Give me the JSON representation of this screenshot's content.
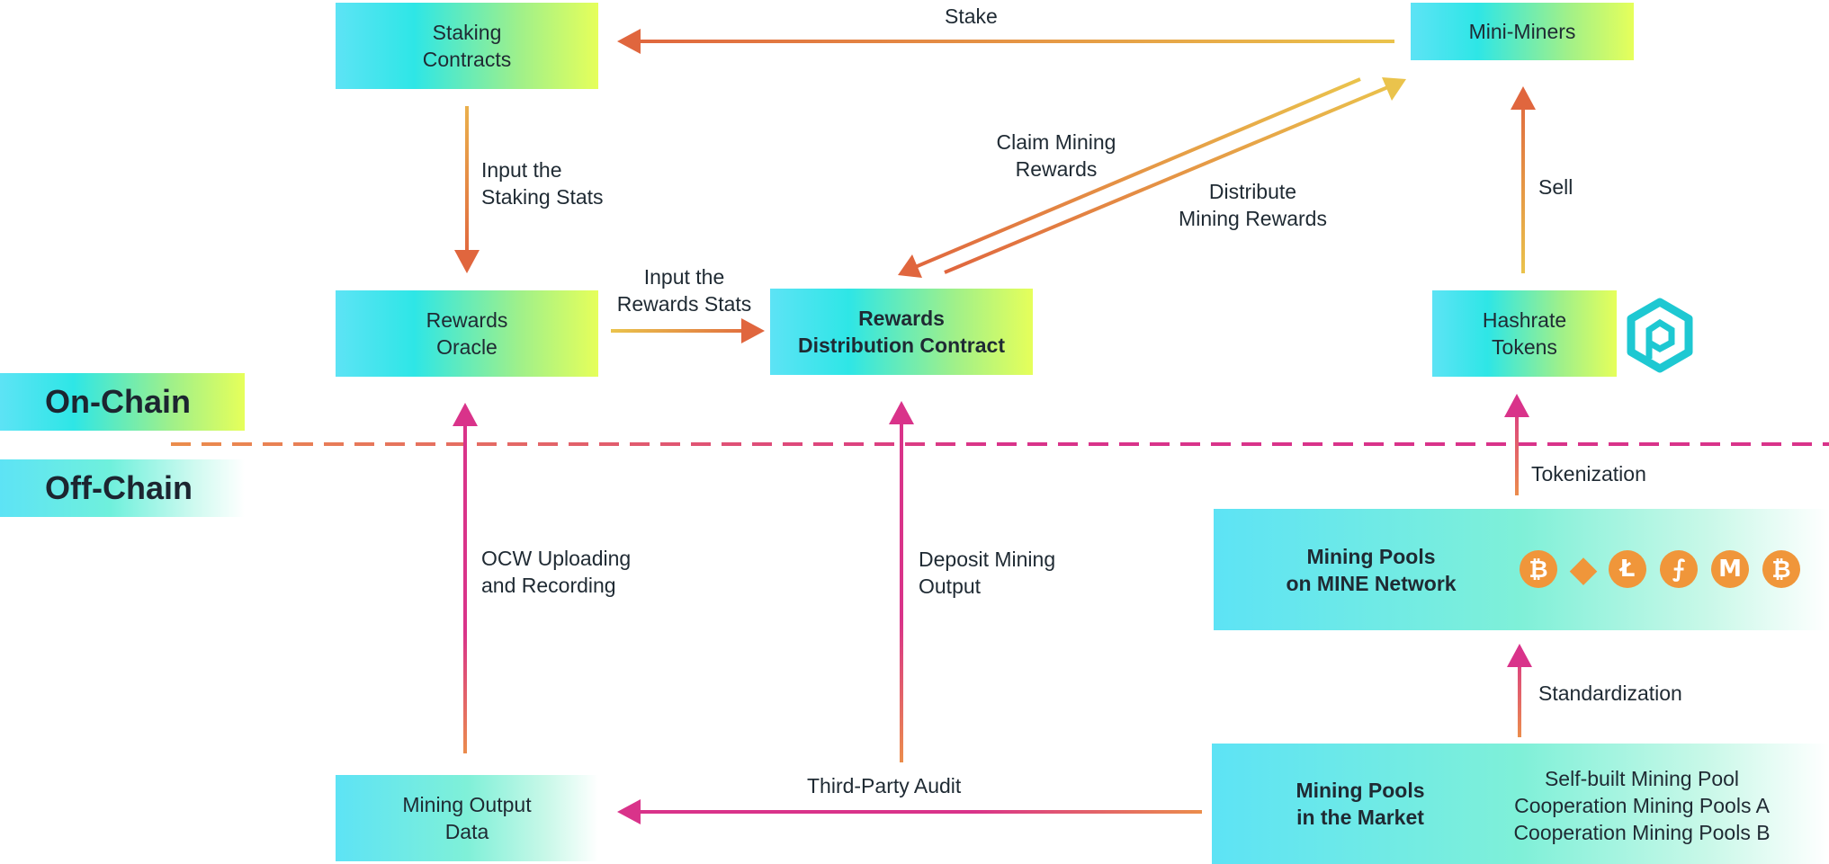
{
  "zones": {
    "on_chain": "On-Chain",
    "off_chain": "Off-Chain"
  },
  "nodes": {
    "staking_contracts": [
      "Staking",
      "Contracts"
    ],
    "mini_miners": [
      "Mini-Miners"
    ],
    "rewards_oracle": [
      "Rewards",
      "Oracle"
    ],
    "rewards_distribution": [
      "Rewards",
      "Distribution Contract"
    ],
    "hashrate_tokens": [
      "Hashrate",
      "Tokens"
    ],
    "mining_pools_mine": [
      "Mining Pools",
      "on MINE Network"
    ],
    "mining_output": [
      "Mining Output",
      "Data"
    ],
    "mining_pools_market": [
      "Mining Pools",
      "in the Market"
    ]
  },
  "edges": {
    "stake": [
      "Stake"
    ],
    "input_staking": [
      "Input the",
      "Staking Stats"
    ],
    "input_rewards": [
      "Input the",
      "Rewards Stats"
    ],
    "claim": [
      "Claim Mining",
      "Rewards"
    ],
    "distribute": [
      "Distribute",
      "Mining Rewards"
    ],
    "sell": [
      "Sell"
    ],
    "tokenization": [
      "Tokenization"
    ],
    "ocw": [
      "OCW Uploading",
      "and Recording"
    ],
    "deposit": [
      "Deposit Mining",
      "Output"
    ],
    "standardization": [
      "Standardization"
    ],
    "audit": [
      "Third-Party Audit"
    ]
  },
  "market_pools": [
    "Self-built Mining Pool",
    "Cooperation Mining Pools A",
    "Cooperation Mining Pools B"
  ],
  "coins": [
    {
      "name": "bitcoin-icon",
      "glyph": "₿"
    },
    {
      "name": "ethereum-icon",
      "glyph": "◆"
    },
    {
      "name": "litecoin-icon",
      "glyph": "Ł"
    },
    {
      "name": "filecoin-icon",
      "glyph": "⨍"
    },
    {
      "name": "monero-icon",
      "glyph": "M"
    },
    {
      "name": "bitcoin-cash-icon",
      "glyph": "₿"
    }
  ],
  "colors": {
    "orange": "#e0663e",
    "yellow": "#eac34c",
    "magenta": "#d9338a",
    "coin": "#f0963a",
    "logo": "#1ec8d2"
  }
}
